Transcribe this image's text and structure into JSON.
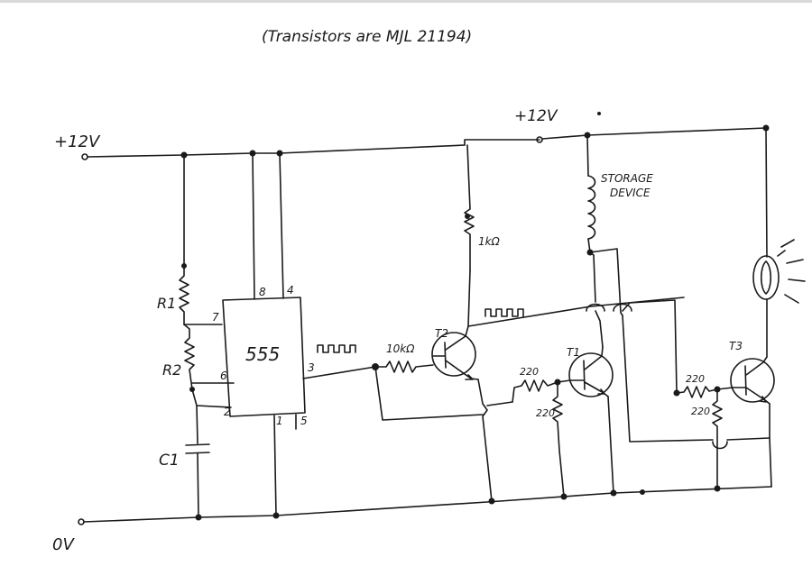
{
  "note": "(Transistors are MJL 21194)",
  "rails": {
    "supply_left": "+12V",
    "supply_right": "+12V",
    "ground": "0V"
  },
  "ic": {
    "label": "555",
    "pins": {
      "p8": "8",
      "p4": "4",
      "p7": "7",
      "p6": "6",
      "p3": "3",
      "p2": "2",
      "p1": "1",
      "p5": "5"
    }
  },
  "components": {
    "r1": "R1",
    "r2": "R2",
    "c1": "C1",
    "r_base_t2": "10kΩ",
    "r_collector_t2": "1kΩ",
    "r_base_t1": "220",
    "r_bias_t1": "220",
    "r_base_t3": "220",
    "r_bias_t3": "220",
    "t2": "T2",
    "t1": "T1",
    "t3": "T3",
    "storage": [
      "STORAGE",
      "DEVICE"
    ]
  }
}
